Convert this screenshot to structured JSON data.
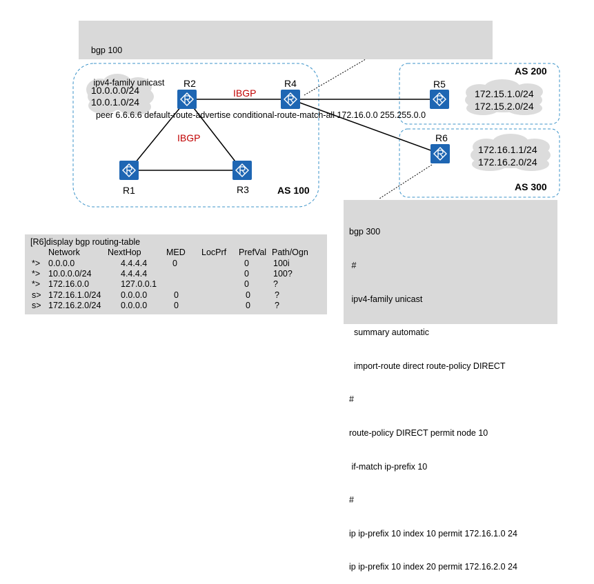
{
  "colors": {
    "router_fill": "#1e66b3",
    "link": "#000000",
    "ibgp_text": "#c00000",
    "as_border": "#3b93c9",
    "cloud_fill": "#dcdcdc",
    "config_bg": "#d9d9d9"
  },
  "icons": {
    "router": "router-icon",
    "cloud": "cloud-icon"
  },
  "routers": [
    {
      "id": "R1",
      "label": "R1"
    },
    {
      "id": "R2",
      "label": "R2"
    },
    {
      "id": "R3",
      "label": "R3"
    },
    {
      "id": "R4",
      "label": "R4"
    },
    {
      "id": "R5",
      "label": "R5"
    },
    {
      "id": "R6",
      "label": "R6"
    }
  ],
  "links": [
    {
      "from": "R1",
      "to": "R2"
    },
    {
      "from": "R1",
      "to": "R3"
    },
    {
      "from": "R2",
      "to": "R3"
    },
    {
      "from": "R2",
      "to": "R4"
    },
    {
      "from": "R4",
      "to": "R5"
    },
    {
      "from": "R4",
      "to": "R6"
    }
  ],
  "link_labels": {
    "r2_r4": "IBGP",
    "triangle": "IBGP"
  },
  "as_labels": {
    "as100": "AS 100",
    "as200": "AS 200",
    "as300": "AS 300"
  },
  "clouds": {
    "as100": [
      "10.0.0.0/24",
      "10.0.1.0/24"
    ],
    "r5": [
      "172.15.1.0/24",
      "172.15.2.0/24"
    ],
    "r6": [
      "172.16.1.1/24",
      "172.16.2.0/24"
    ]
  },
  "config_r4": [
    "bgp 100",
    " ipv4-family unicast",
    "  peer 6.6.6.6 default-route-advertise conditional-route-match-all 172.16.0.0 255.255.0.0"
  ],
  "config_r6": [
    "bgp 300",
    " #",
    " ipv4-family unicast",
    "  summary automatic",
    "  import-route direct route-policy DIRECT",
    "#",
    "route-policy DIRECT permit node 10",
    " if-match ip-prefix 10",
    "#",
    "ip ip-prefix 10 index 10 permit 172.16.1.0 24",
    "ip ip-prefix 10 index 20 permit 172.16.2.0 24"
  ],
  "routing_table": {
    "command": "[R6]display bgp routing-table",
    "headers": [
      "Network",
      "NextHop",
      "MED",
      "LocPrf",
      "PrefVal",
      "Path/Ogn"
    ],
    "rows": [
      {
        "flag": "*>",
        "network": "0.0.0.0",
        "nexthop": "4.4.4.4",
        "med": "0",
        "locprf": "",
        "prefval": "0",
        "path": "100i"
      },
      {
        "flag": "*>",
        "network": "10.0.0.0/24",
        "nexthop": "4.4.4.4",
        "med": "",
        "locprf": "",
        "prefval": "0",
        "path": "100?"
      },
      {
        "flag": "*>",
        "network": "172.16.0.0",
        "nexthop": "127.0.0.1",
        "med": "",
        "locprf": "",
        "prefval": "0",
        "path": "?"
      },
      {
        "flag": "s>",
        "network": "172.16.1.0/24",
        "nexthop": "0.0.0.0",
        "med": "0",
        "locprf": "",
        "prefval": "0",
        "path": "?"
      },
      {
        "flag": "s>",
        "network": "172.16.2.0/24",
        "nexthop": "0.0.0.0",
        "med": "0",
        "locprf": "",
        "prefval": "0",
        "path": "?"
      }
    ]
  }
}
